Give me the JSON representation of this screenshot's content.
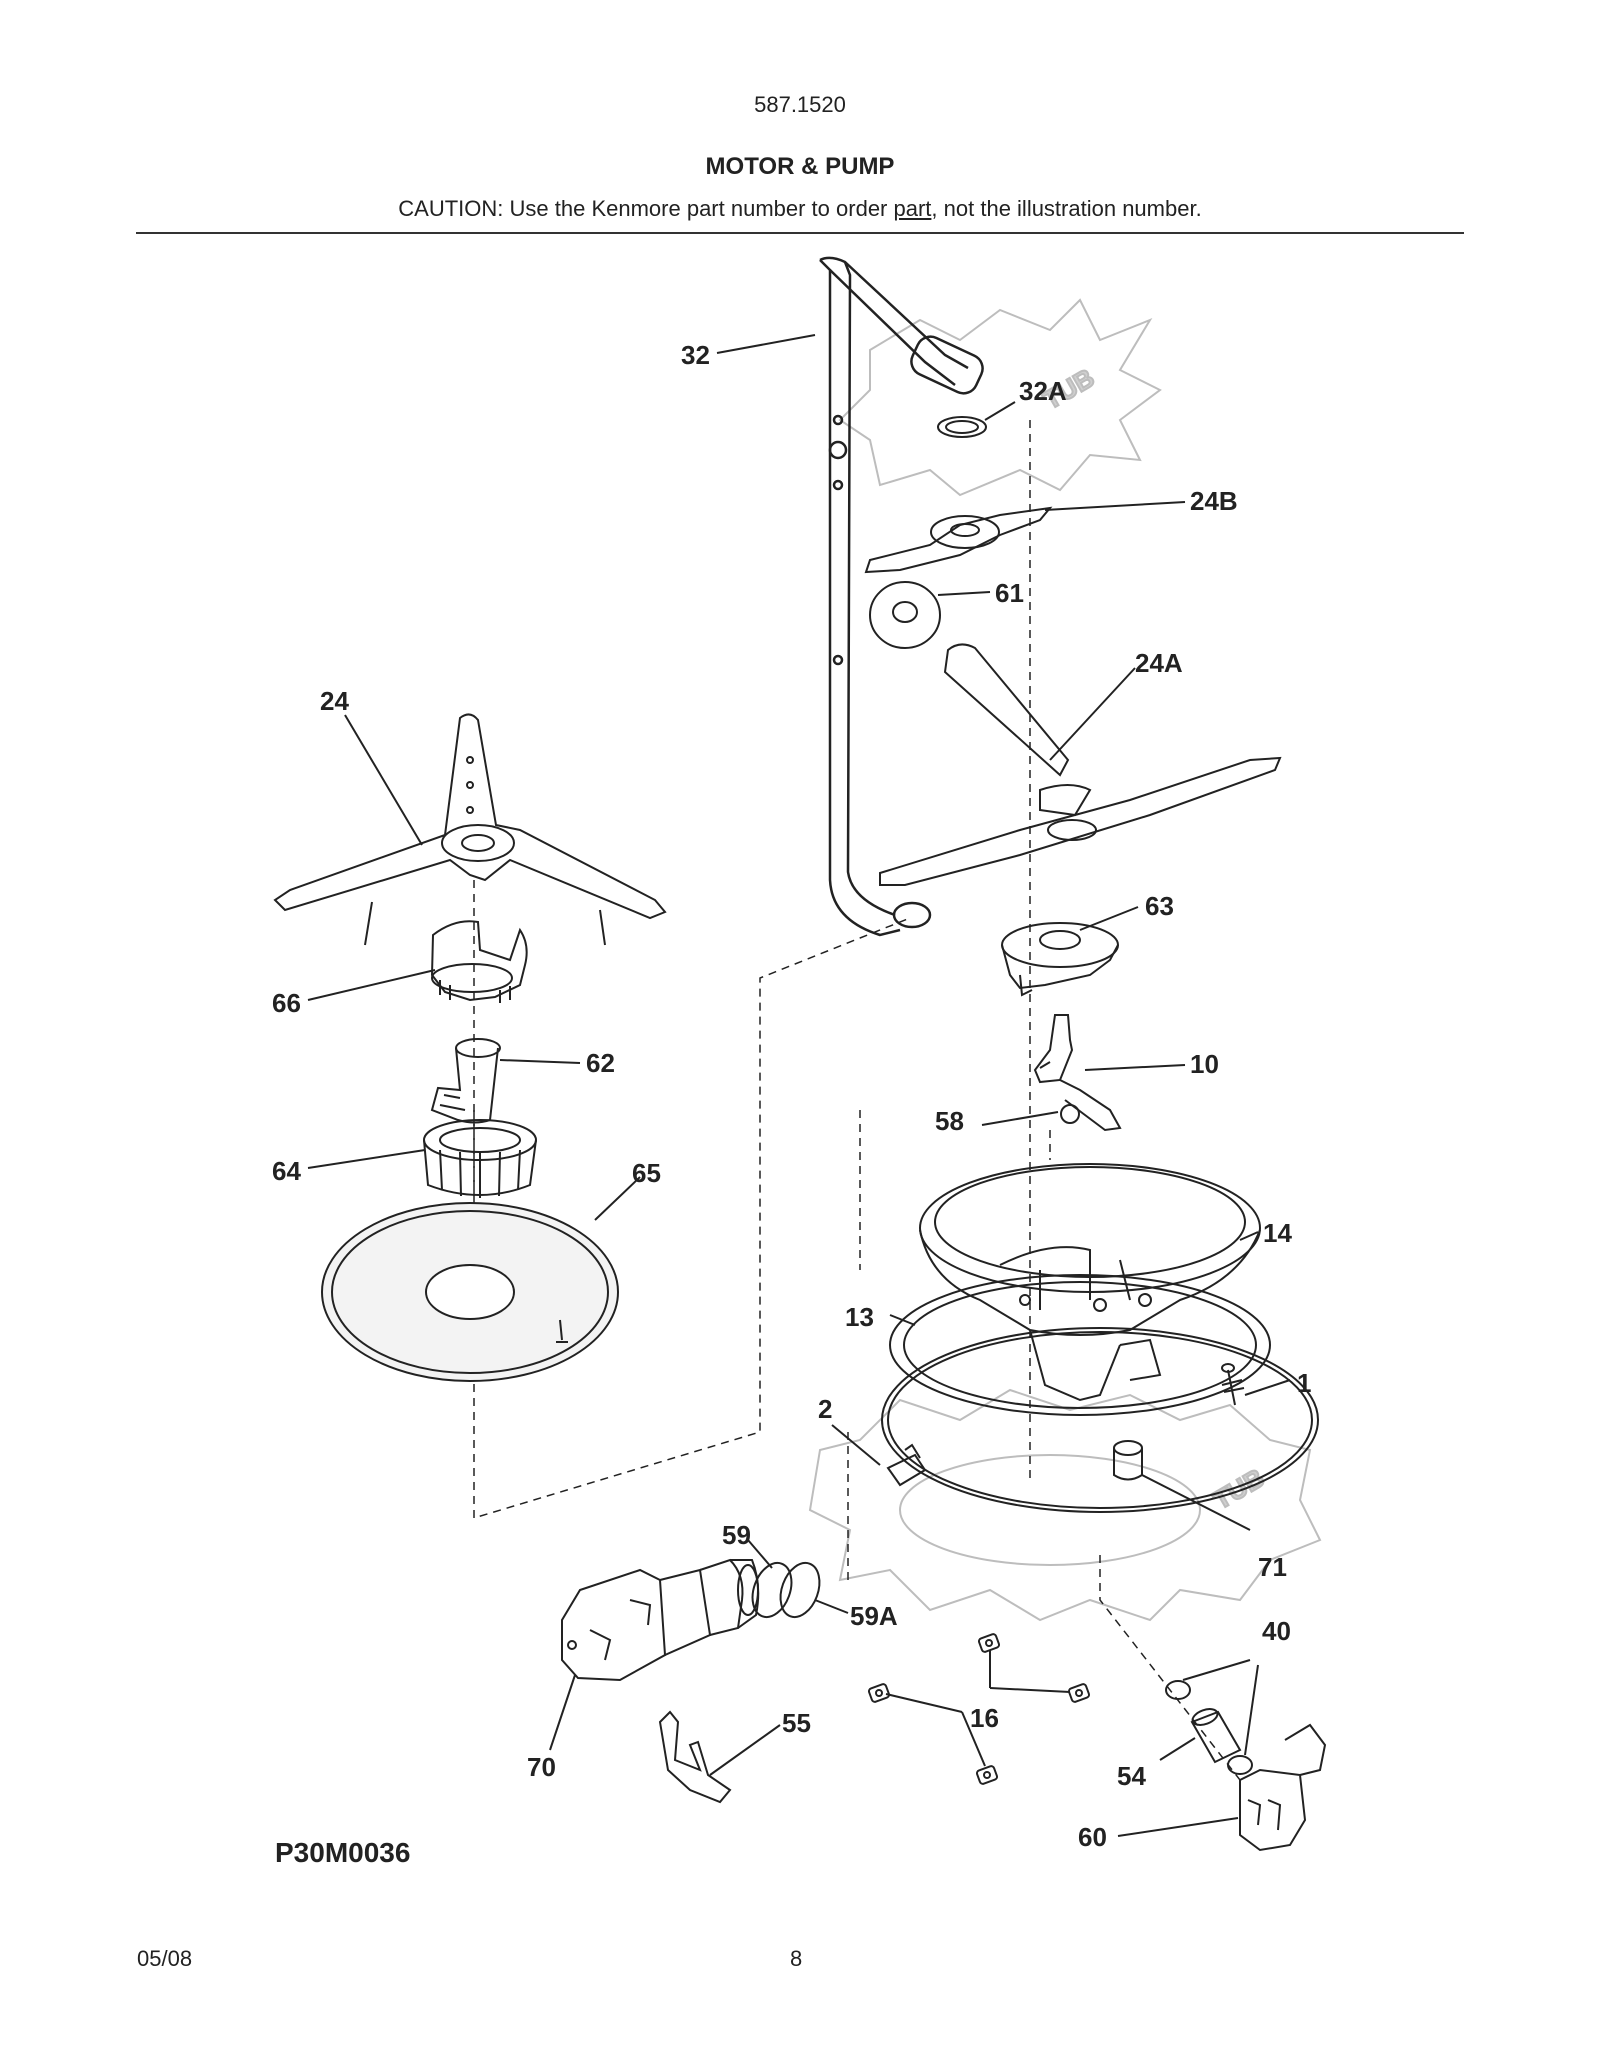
{
  "header": {
    "model_number": "587.1520",
    "title": "MOTOR & PUMP",
    "caution_prefix": "CAUTION: Use the Kenmore part number to order ",
    "caution_link": "part",
    "caution_suffix": ", not the illustration number."
  },
  "diagram": {
    "code": "P30M0036",
    "tub_label": "TUB",
    "parts": {
      "p32": "32",
      "p32A": "32A",
      "p24B": "24B",
      "p61": "61",
      "p24A": "24A",
      "p24": "24",
      "p63": "63",
      "p66": "66",
      "p62": "62",
      "p10": "10",
      "p58": "58",
      "p64": "64",
      "p65": "65",
      "p14": "14",
      "p13": "13",
      "p1": "1",
      "p2": "2",
      "p71": "71",
      "p59": "59",
      "p59A": "59A",
      "p40": "40",
      "p55": "55",
      "p16": "16",
      "p70": "70",
      "p54": "54",
      "p60": "60"
    }
  },
  "footer": {
    "date": "05/08",
    "page_number": "8"
  }
}
